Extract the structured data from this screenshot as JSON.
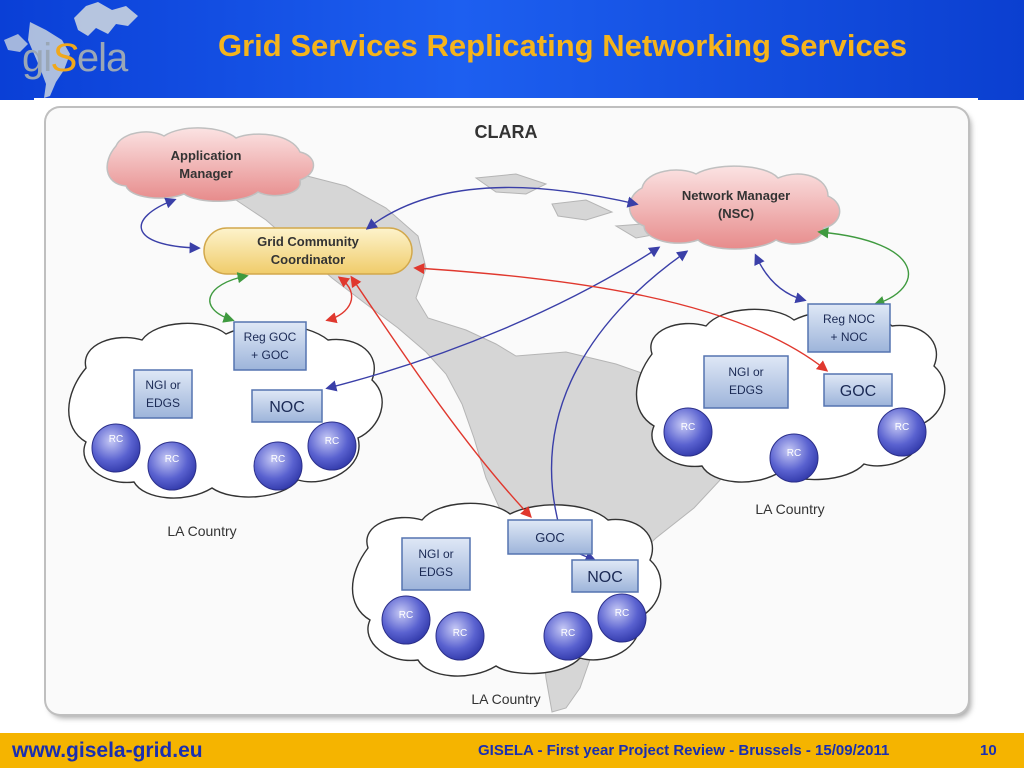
{
  "header": {
    "logo_text_a": "gi",
    "logo_text_s": "S",
    "logo_text_b": "ela",
    "title": "Grid Services Replicating Networking Services"
  },
  "diagram": {
    "heading": "CLARA",
    "application_manager": [
      "Application",
      "Manager"
    ],
    "network_manager": [
      "Network Manager",
      "(NSC)"
    ],
    "grid_coordinator": [
      "Grid Community",
      "Coordinator"
    ],
    "left_country": {
      "reg_goc": [
        "Reg GOC",
        "+ GOC"
      ],
      "ngi": [
        "NGI or",
        "EDGS"
      ],
      "noc": "NOC",
      "rc": [
        "RC",
        "RC",
        "RC",
        "RC"
      ],
      "label": "LA Country"
    },
    "right_country": {
      "reg_noc": [
        "Reg NOC",
        "+ NOC"
      ],
      "ngi": [
        "NGI or",
        "EDGS"
      ],
      "goc": "GOC",
      "rc": [
        "RC",
        "RC",
        "RC"
      ],
      "label": "LA Country"
    },
    "bottom_country": {
      "goc": "GOC",
      "ngi": [
        "NGI or",
        "EDGS"
      ],
      "noc": "NOC",
      "rc": [
        "RC",
        "RC",
        "RC",
        "RC"
      ],
      "label": "LA Country"
    }
  },
  "footer": {
    "url": "www.gisela-grid.eu",
    "info": "GISELA - First year Project Review - Brussels - 15/09/2011",
    "page": "10"
  },
  "colors": {
    "header_blue": "#1d5ff0",
    "title_gold": "#f5b41c",
    "footer_gold": "#f5b400",
    "footer_text": "#1a2fb0",
    "arrow_red": "#e0382e",
    "arrow_blue": "#3a3fa8",
    "arrow_green": "#3f9a3f"
  }
}
